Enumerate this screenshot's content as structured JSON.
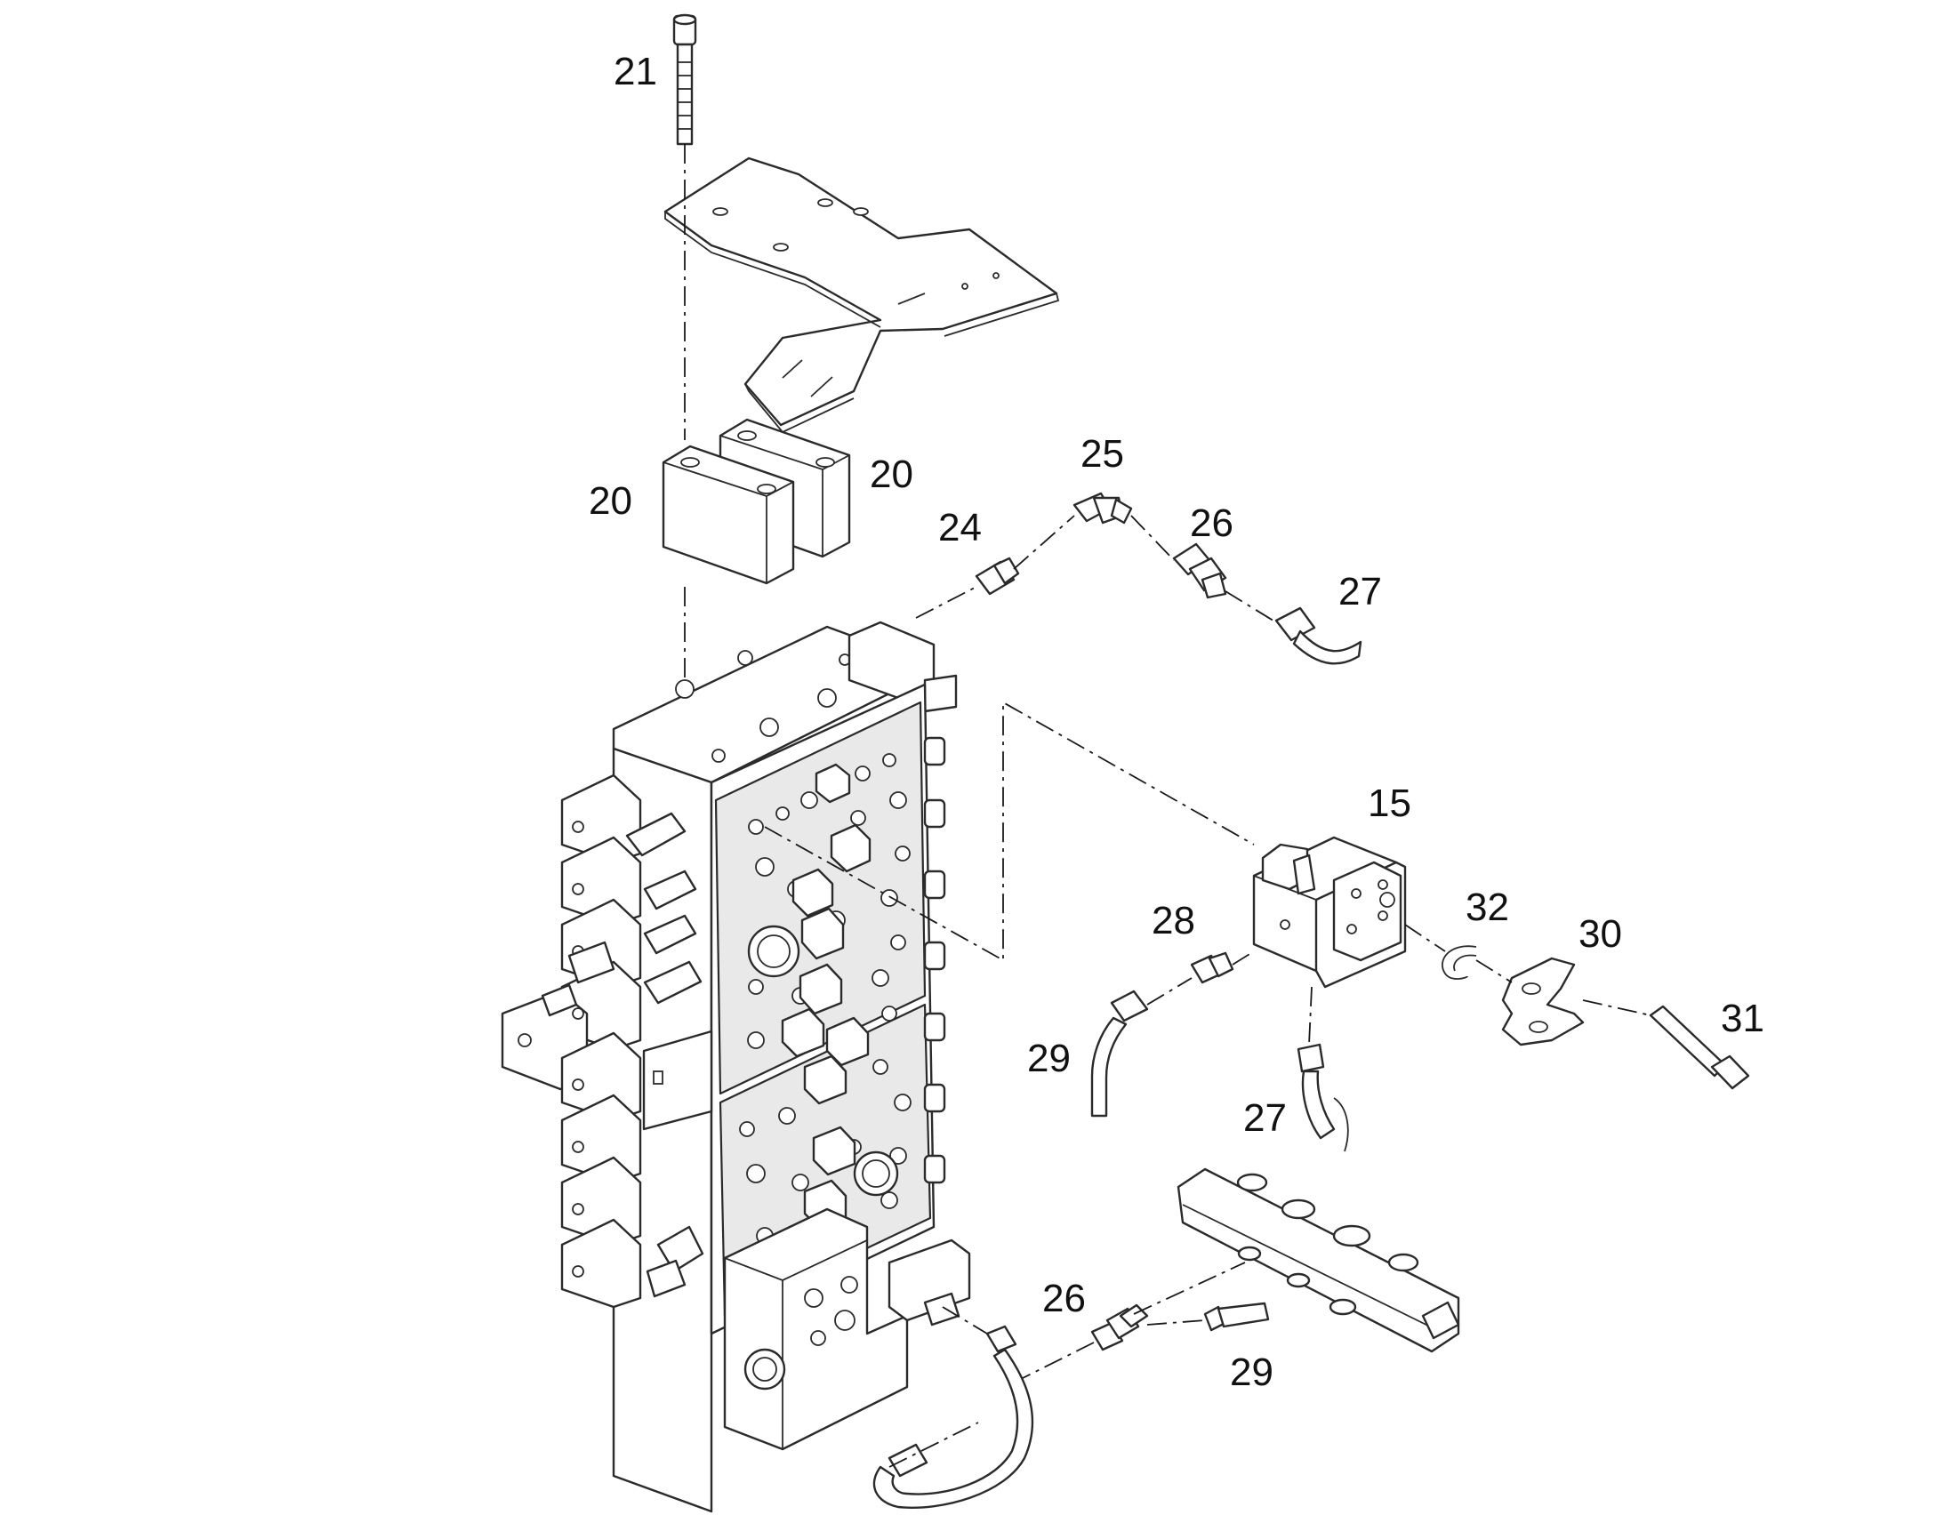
{
  "callouts": [
    {
      "id": "c21",
      "label": "21",
      "part": "socket-head-bolt"
    },
    {
      "id": "c20a",
      "label": "20",
      "part": "spacer-block"
    },
    {
      "id": "c20b",
      "label": "20",
      "part": "spacer-block"
    },
    {
      "id": "c25",
      "label": "25",
      "part": "elbow-fitting"
    },
    {
      "id": "c24",
      "label": "24",
      "part": "adapter-nipple"
    },
    {
      "id": "c26a",
      "label": "26",
      "part": "tee-fitting"
    },
    {
      "id": "c27a",
      "label": "27",
      "part": "hose"
    },
    {
      "id": "c15",
      "label": "15",
      "part": "solenoid-valve-block"
    },
    {
      "id": "c32",
      "label": "32",
      "part": "snap-ring"
    },
    {
      "id": "c28",
      "label": "28",
      "part": "adapter-nipple"
    },
    {
      "id": "c30",
      "label": "30",
      "part": "split-flange"
    },
    {
      "id": "c29a",
      "label": "29",
      "part": "hose"
    },
    {
      "id": "c31",
      "label": "31",
      "part": "flange-bolt"
    },
    {
      "id": "c27b",
      "label": "27",
      "part": "hose"
    },
    {
      "id": "c26b",
      "label": "26",
      "part": "tee-fitting"
    },
    {
      "id": "c29b",
      "label": "29",
      "part": "hose"
    }
  ]
}
